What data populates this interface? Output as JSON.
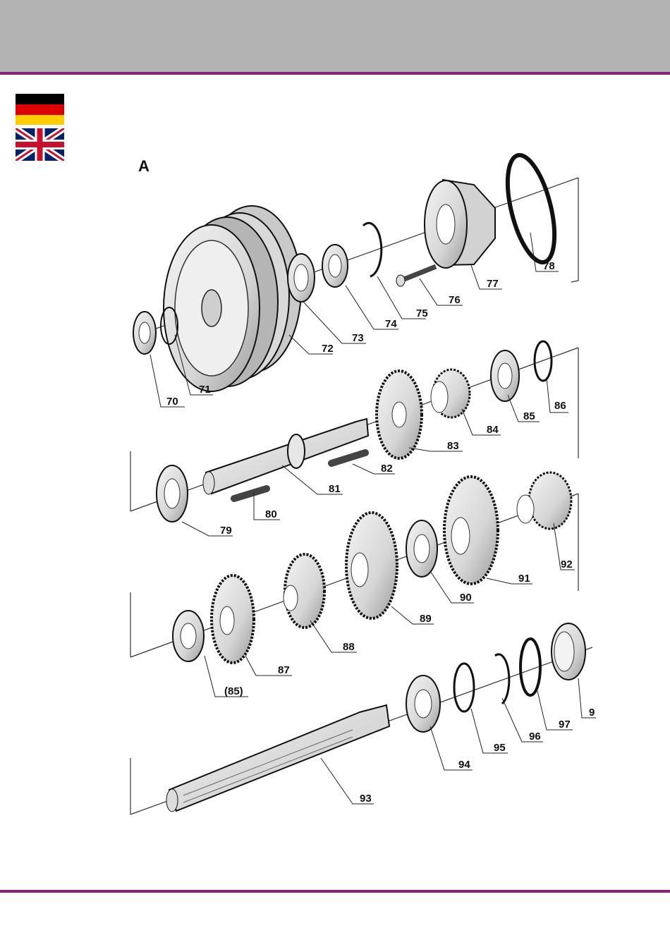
{
  "colors": {
    "header": "#b3b3b3",
    "accent": "#8a1f7e"
  },
  "languages": [
    {
      "name": "german-flag-icon"
    },
    {
      "name": "uk-flag-icon"
    }
  ],
  "figure": {
    "label": "A",
    "parts": [
      "70",
      "71",
      "72",
      "73",
      "74",
      "75",
      "76",
      "77",
      "78",
      "79",
      "80",
      "81",
      "82",
      "83",
      "84",
      "85",
      "86",
      "(85)",
      "87",
      "88",
      "89",
      "90",
      "91",
      "92",
      "93",
      "94",
      "95",
      "96",
      "97",
      "9"
    ]
  }
}
